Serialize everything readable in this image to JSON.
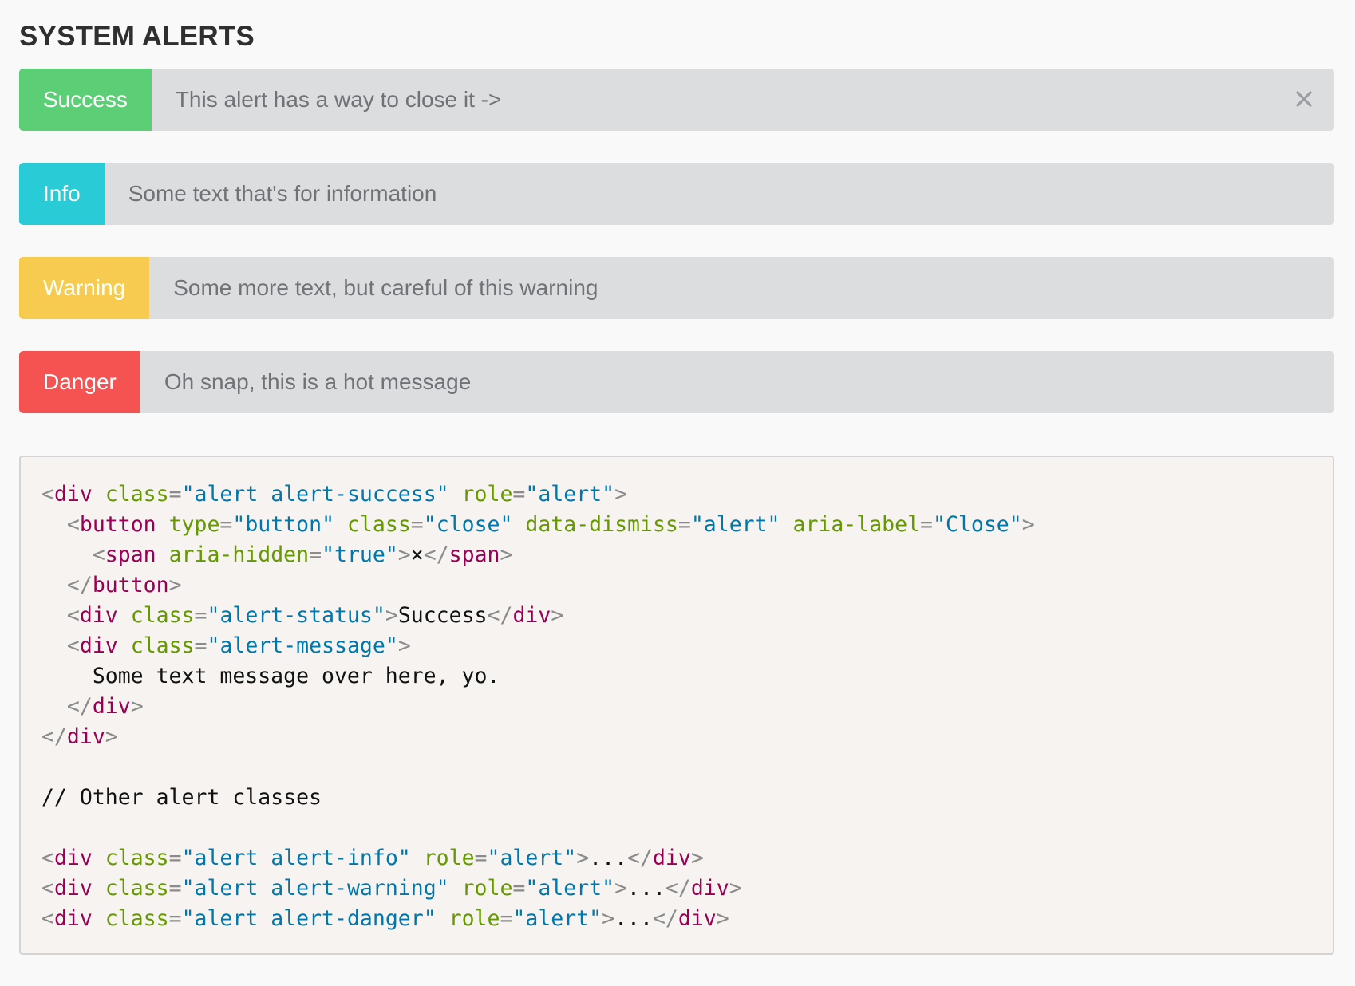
{
  "page": {
    "title": "SYSTEM ALERTS"
  },
  "colors": {
    "success": "#5ccf76",
    "info": "#29ccd6",
    "warning": "#f6cb4f",
    "danger": "#f55252",
    "alert_bg": "#dcdddf",
    "message_text": "#6f7276",
    "code_bg": "#f6f3f0",
    "code_tag": "#990055",
    "code_attr": "#669900",
    "code_string": "#0077aa",
    "code_punct": "#8b8b8b"
  },
  "alerts": [
    {
      "status": "Success",
      "message": "This alert has a way to close it ->",
      "color": "#5ccf76",
      "closable": true,
      "close_icon": "close-icon"
    },
    {
      "status": "Info",
      "message": "Some text that's for information",
      "color": "#29ccd6",
      "closable": false
    },
    {
      "status": "Warning",
      "message": "Some more text, but careful of this warning",
      "color": "#f6cb4f",
      "closable": false
    },
    {
      "status": "Danger",
      "message": "Oh snap, this is a hot message",
      "color": "#f55252",
      "closable": false
    }
  ],
  "code_sample": {
    "lines": [
      [
        {
          "t": "punct",
          "v": "<"
        },
        {
          "t": "tag",
          "v": "div"
        },
        {
          "t": "txt",
          "v": " "
        },
        {
          "t": "attr",
          "v": "class"
        },
        {
          "t": "punct",
          "v": "="
        },
        {
          "t": "str",
          "v": "\"alert alert-success\""
        },
        {
          "t": "txt",
          "v": " "
        },
        {
          "t": "attr",
          "v": "role"
        },
        {
          "t": "punct",
          "v": "="
        },
        {
          "t": "str",
          "v": "\"alert\""
        },
        {
          "t": "punct",
          "v": ">"
        }
      ],
      [
        {
          "t": "txt",
          "v": "  "
        },
        {
          "t": "punct",
          "v": "<"
        },
        {
          "t": "tag",
          "v": "button"
        },
        {
          "t": "txt",
          "v": " "
        },
        {
          "t": "attr",
          "v": "type"
        },
        {
          "t": "punct",
          "v": "="
        },
        {
          "t": "str",
          "v": "\"button\""
        },
        {
          "t": "txt",
          "v": " "
        },
        {
          "t": "attr",
          "v": "class"
        },
        {
          "t": "punct",
          "v": "="
        },
        {
          "t": "str",
          "v": "\"close\""
        },
        {
          "t": "txt",
          "v": " "
        },
        {
          "t": "attr",
          "v": "data-dismiss"
        },
        {
          "t": "punct",
          "v": "="
        },
        {
          "t": "str",
          "v": "\"alert\""
        },
        {
          "t": "txt",
          "v": " "
        },
        {
          "t": "attr",
          "v": "aria-label"
        },
        {
          "t": "punct",
          "v": "="
        },
        {
          "t": "str",
          "v": "\"Close\""
        },
        {
          "t": "punct",
          "v": ">"
        }
      ],
      [
        {
          "t": "txt",
          "v": "    "
        },
        {
          "t": "punct",
          "v": "<"
        },
        {
          "t": "tag",
          "v": "span"
        },
        {
          "t": "txt",
          "v": " "
        },
        {
          "t": "attr",
          "v": "aria-hidden"
        },
        {
          "t": "punct",
          "v": "="
        },
        {
          "t": "str",
          "v": "\"true\""
        },
        {
          "t": "punct",
          "v": ">"
        },
        {
          "t": "txt",
          "v": "×"
        },
        {
          "t": "punct",
          "v": "</"
        },
        {
          "t": "tag",
          "v": "span"
        },
        {
          "t": "punct",
          "v": ">"
        }
      ],
      [
        {
          "t": "txt",
          "v": "  "
        },
        {
          "t": "punct",
          "v": "</"
        },
        {
          "t": "tag",
          "v": "button"
        },
        {
          "t": "punct",
          "v": ">"
        }
      ],
      [
        {
          "t": "txt",
          "v": "  "
        },
        {
          "t": "punct",
          "v": "<"
        },
        {
          "t": "tag",
          "v": "div"
        },
        {
          "t": "txt",
          "v": " "
        },
        {
          "t": "attr",
          "v": "class"
        },
        {
          "t": "punct",
          "v": "="
        },
        {
          "t": "str",
          "v": "\"alert-status\""
        },
        {
          "t": "punct",
          "v": ">"
        },
        {
          "t": "txt",
          "v": "Success"
        },
        {
          "t": "punct",
          "v": "</"
        },
        {
          "t": "tag",
          "v": "div"
        },
        {
          "t": "punct",
          "v": ">"
        }
      ],
      [
        {
          "t": "txt",
          "v": "  "
        },
        {
          "t": "punct",
          "v": "<"
        },
        {
          "t": "tag",
          "v": "div"
        },
        {
          "t": "txt",
          "v": " "
        },
        {
          "t": "attr",
          "v": "class"
        },
        {
          "t": "punct",
          "v": "="
        },
        {
          "t": "str",
          "v": "\"alert-message\""
        },
        {
          "t": "punct",
          "v": ">"
        }
      ],
      [
        {
          "t": "txt",
          "v": "    Some text message over here, yo."
        }
      ],
      [
        {
          "t": "txt",
          "v": "  "
        },
        {
          "t": "punct",
          "v": "</"
        },
        {
          "t": "tag",
          "v": "div"
        },
        {
          "t": "punct",
          "v": ">"
        }
      ],
      [
        {
          "t": "punct",
          "v": "</"
        },
        {
          "t": "tag",
          "v": "div"
        },
        {
          "t": "punct",
          "v": ">"
        }
      ],
      [],
      [
        {
          "t": "txt",
          "v": "// Other alert classes"
        }
      ],
      [],
      [
        {
          "t": "punct",
          "v": "<"
        },
        {
          "t": "tag",
          "v": "div"
        },
        {
          "t": "txt",
          "v": " "
        },
        {
          "t": "attr",
          "v": "class"
        },
        {
          "t": "punct",
          "v": "="
        },
        {
          "t": "str",
          "v": "\"alert alert-info\""
        },
        {
          "t": "txt",
          "v": " "
        },
        {
          "t": "attr",
          "v": "role"
        },
        {
          "t": "punct",
          "v": "="
        },
        {
          "t": "str",
          "v": "\"alert\""
        },
        {
          "t": "punct",
          "v": ">"
        },
        {
          "t": "txt",
          "v": "..."
        },
        {
          "t": "punct",
          "v": "</"
        },
        {
          "t": "tag",
          "v": "div"
        },
        {
          "t": "punct",
          "v": ">"
        }
      ],
      [
        {
          "t": "punct",
          "v": "<"
        },
        {
          "t": "tag",
          "v": "div"
        },
        {
          "t": "txt",
          "v": " "
        },
        {
          "t": "attr",
          "v": "class"
        },
        {
          "t": "punct",
          "v": "="
        },
        {
          "t": "str",
          "v": "\"alert alert-warning\""
        },
        {
          "t": "txt",
          "v": " "
        },
        {
          "t": "attr",
          "v": "role"
        },
        {
          "t": "punct",
          "v": "="
        },
        {
          "t": "str",
          "v": "\"alert\""
        },
        {
          "t": "punct",
          "v": ">"
        },
        {
          "t": "txt",
          "v": "..."
        },
        {
          "t": "punct",
          "v": "</"
        },
        {
          "t": "tag",
          "v": "div"
        },
        {
          "t": "punct",
          "v": ">"
        }
      ],
      [
        {
          "t": "punct",
          "v": "<"
        },
        {
          "t": "tag",
          "v": "div"
        },
        {
          "t": "txt",
          "v": " "
        },
        {
          "t": "attr",
          "v": "class"
        },
        {
          "t": "punct",
          "v": "="
        },
        {
          "t": "str",
          "v": "\"alert alert-danger\""
        },
        {
          "t": "txt",
          "v": " "
        },
        {
          "t": "attr",
          "v": "role"
        },
        {
          "t": "punct",
          "v": "="
        },
        {
          "t": "str",
          "v": "\"alert\""
        },
        {
          "t": "punct",
          "v": ">"
        },
        {
          "t": "txt",
          "v": "..."
        },
        {
          "t": "punct",
          "v": "</"
        },
        {
          "t": "tag",
          "v": "div"
        },
        {
          "t": "punct",
          "v": ">"
        }
      ]
    ]
  }
}
